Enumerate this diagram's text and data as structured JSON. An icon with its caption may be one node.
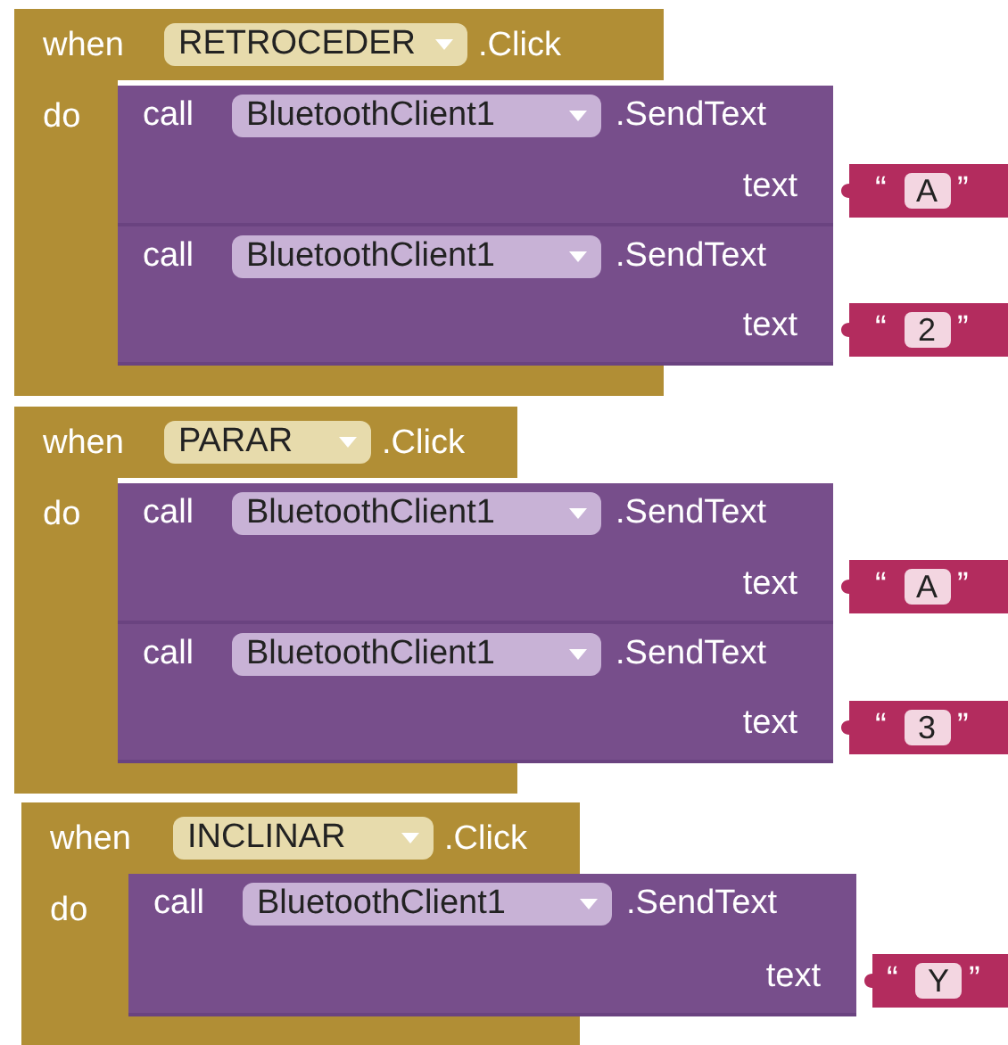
{
  "diagram": {
    "nodes": [
      {
        "text": [
          "when",
          "RETROCEDER",
          ".Click",
          "do"
        ]
      },
      {
        "text": [
          "call",
          "BluetoothClient1",
          ".SendText",
          "text"
        ]
      },
      {
        "text": [
          "“",
          "A",
          "”"
        ]
      },
      {
        "text": [
          "call",
          "BluetoothClient1",
          ".SendText",
          "text"
        ]
      },
      {
        "text": [
          "“",
          "2",
          "”"
        ]
      },
      {
        "text": [
          "when",
          "PARAR",
          ".Click",
          "do"
        ]
      },
      {
        "text": [
          "call",
          "BluetoothClient1",
          ".SendText",
          "text"
        ]
      },
      {
        "text": [
          "“",
          "A",
          "”"
        ]
      },
      {
        "text": [
          "call",
          "BluetoothClient1",
          ".SendText",
          "text"
        ]
      },
      {
        "text": [
          "“",
          "3",
          "”"
        ]
      },
      {
        "text": [
          "when",
          "INCLINAR",
          ".Click",
          "do"
        ]
      },
      {
        "text": [
          "call",
          "BluetoothClient1",
          ".SendText",
          "text"
        ]
      },
      {
        "text": [
          "“",
          "Y",
          "”"
        ]
      }
    ]
  }
}
